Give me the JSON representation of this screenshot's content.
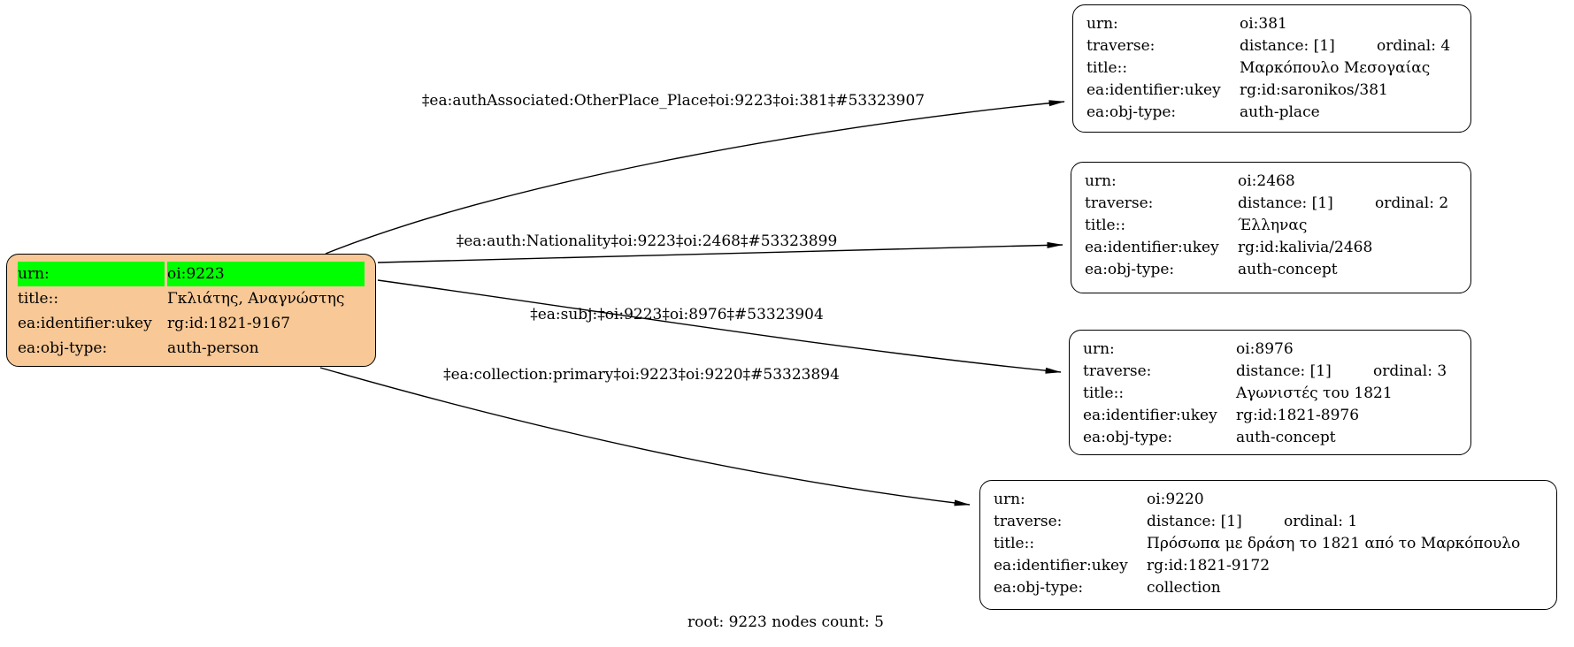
{
  "caption": "root: 9223 nodes count: 5",
  "colors": {
    "root_fill": "#F8C896",
    "highlight_fill": "#00FF00",
    "node_fill": "#FFFFFF",
    "edge_color": "#000000"
  },
  "root_node": {
    "rows": [
      {
        "label": "urn:",
        "value": "oi:9223"
      },
      {
        "label": "title::",
        "value": "Γκλιάτης, Αναγνώστης"
      },
      {
        "label": "ea:identifier:ukey",
        "value": "rg:id:1821-9167"
      },
      {
        "label": "ea:obj-type:",
        "value": "auth-person"
      }
    ]
  },
  "nodes": [
    {
      "rows": [
        {
          "label": "urn:",
          "value": "oi:381"
        },
        {
          "label": "traverse:",
          "value": "distance: [1]",
          "value2": "ordinal: 4"
        },
        {
          "label": "title::",
          "value": "Μαρκόπουλο Μεσογαίας"
        },
        {
          "label": "ea:identifier:ukey",
          "value": "rg:id:saronikos/381"
        },
        {
          "label": "ea:obj-type:",
          "value": "auth-place"
        }
      ]
    },
    {
      "rows": [
        {
          "label": "urn:",
          "value": "oi:2468"
        },
        {
          "label": "traverse:",
          "value": "distance: [1]",
          "value2": "ordinal: 2"
        },
        {
          "label": "title::",
          "value": "Έλληνας"
        },
        {
          "label": "ea:identifier:ukey",
          "value": "rg:id:kalivia/2468"
        },
        {
          "label": "ea:obj-type:",
          "value": "auth-concept"
        }
      ]
    },
    {
      "rows": [
        {
          "label": "urn:",
          "value": "oi:8976"
        },
        {
          "label": "traverse:",
          "value": "distance: [1]",
          "value2": "ordinal: 3"
        },
        {
          "label": "title::",
          "value": "Αγωνιστές του 1821"
        },
        {
          "label": "ea:identifier:ukey",
          "value": "rg:id:1821-8976"
        },
        {
          "label": "ea:obj-type:",
          "value": "auth-concept"
        }
      ]
    },
    {
      "rows": [
        {
          "label": "urn:",
          "value": "oi:9220"
        },
        {
          "label": "traverse:",
          "value": "distance: [1]",
          "value2": "ordinal: 1"
        },
        {
          "label": "title::",
          "value": "Πρόσωπα με δράση το 1821 από το Μαρκόπουλο"
        },
        {
          "label": "ea:identifier:ukey",
          "value": "rg:id:1821-9172"
        },
        {
          "label": "ea:obj-type:",
          "value": "collection"
        }
      ]
    }
  ],
  "edges": [
    {
      "label": "‡ea:authAssociated:OtherPlace_Place‡oi:9223‡oi:381‡#53323907"
    },
    {
      "label": "‡ea:auth:Nationality‡oi:9223‡oi:2468‡#53323899"
    },
    {
      "label": "‡ea:subj:‡oi:9223‡oi:8976‡#53323904"
    },
    {
      "label": "‡ea:collection:primary‡oi:9223‡oi:9220‡#53323894"
    }
  ]
}
